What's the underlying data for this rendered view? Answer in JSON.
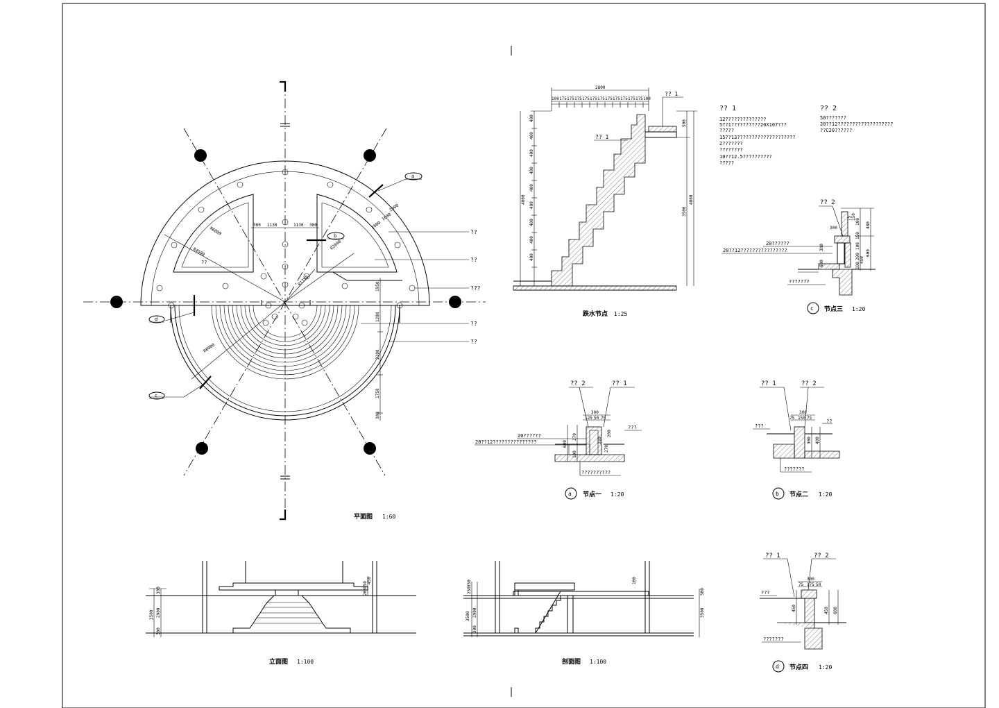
{
  "drawing": {
    "plan": {
      "title": "平面图",
      "scale": "1:60",
      "dims": [
        "300",
        "1130",
        "1130",
        "300",
        "1600",
        "1600",
        "2000",
        "R6000",
        "R4500",
        "R2000",
        "R1750",
        "R6000"
      ],
      "side_dims": [
        "1950",
        "1200",
        "2100",
        "1750",
        "300"
      ],
      "callouts": [
        "??",
        "??",
        "???",
        "??",
        "??"
      ],
      "inner_label": "??",
      "section_marks": [
        "a",
        "b",
        "c",
        "d"
      ]
    },
    "waterfall": {
      "title": "跌水节点",
      "scale": "1:25",
      "top_dim": "2800",
      "tread_dims": [
        "100",
        "175",
        "175",
        "175",
        "175",
        "175",
        "175",
        "175",
        "175",
        "175",
        "175",
        "175",
        "100"
      ],
      "riser_dims": [
        "400",
        "400",
        "400",
        "400",
        "400",
        "400",
        "400",
        "400",
        "400"
      ],
      "left_total": "4000",
      "right_dims": [
        "500",
        "3500",
        "4000"
      ],
      "labels": [
        "?? 1",
        "?? 1"
      ]
    },
    "notes": {
      "left_title": "?? 1",
      "left_lines": [
        "12??????????????",
        "5??1??????????20X107???",
        "?????",
        "15??13????????????????????",
        "2???????",
        "????????",
        "10??12.5??????????",
        "?????"
      ],
      "right_title": "?? 2",
      "right_lines": [
        "50???????",
        "20??12???????????????????",
        "??C20??????"
      ]
    },
    "node1": {
      "mark": "a",
      "title": "节点一",
      "scale": "1:20",
      "labels": [
        "?? 2",
        "?? 1",
        "20??????",
        "20??12???????????????",
        "???",
        "??????????"
      ],
      "dims": [
        "300",
        "125",
        "50",
        "75",
        "270",
        "200",
        "600",
        "100",
        "330",
        "270"
      ]
    },
    "node2": {
      "mark": "b",
      "title": "节点二",
      "scale": "1:20",
      "labels": [
        "?? 1",
        "?? 2",
        "???",
        "??",
        "???????"
      ],
      "dims": [
        "300",
        "75",
        "150",
        "75",
        "300",
        "400"
      ]
    },
    "node3": {
      "mark": "c",
      "title": "节点三",
      "scale": "1:20",
      "labels": [
        "?? 2",
        "20??????",
        "20??12????????????????",
        "???????"
      ],
      "dims": [
        "75",
        "150",
        "300",
        "100",
        "150",
        "100",
        "200",
        "100",
        "450",
        "600",
        "600",
        "480",
        "300"
      ]
    },
    "node4": {
      "mark": "d",
      "title": "节点四",
      "scale": "1:20",
      "labels": [
        "?? 1",
        "?? 2",
        "???",
        "???????"
      ],
      "dims": [
        "300",
        "75",
        "175",
        "50",
        "450",
        "450",
        "600"
      ]
    },
    "elevation": {
      "title": "立面图",
      "scale": "1:100",
      "dims": [
        "300",
        "2900",
        "3500",
        "300",
        "150",
        "200",
        "450"
      ]
    },
    "section": {
      "title": "剖面图",
      "scale": "1:100",
      "dims": [
        "350",
        "250",
        "2900",
        "300",
        "3500",
        "100",
        "500"
      ]
    }
  }
}
